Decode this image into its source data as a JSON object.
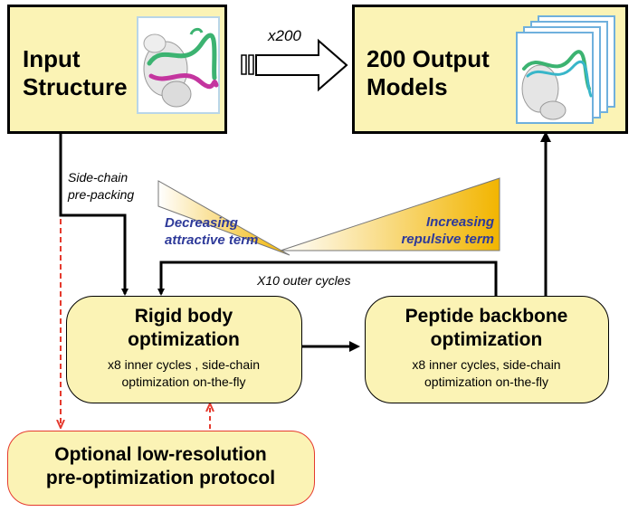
{
  "input": {
    "line1": "Input",
    "line2": "Structure"
  },
  "repeat_label": "x200",
  "output": {
    "line1": "200 Output",
    "line2": "Models"
  },
  "prepacking": {
    "line1": "Side-chain",
    "line2": "pre-packing"
  },
  "weights": {
    "attractive": {
      "line1": "Decreasing",
      "line2": "attractive term"
    },
    "repulsive": {
      "line1": "Increasing",
      "line2": "repulsive term"
    }
  },
  "outer_cycles": "X10 outer cycles",
  "rigid": {
    "line1": "Rigid body",
    "line2": "optimization",
    "sub1": "x8 inner cycles , side-chain",
    "sub2": "optimization on-the-fly"
  },
  "backbone": {
    "line1": "Peptide backbone",
    "line2": "optimization",
    "sub1": "x8 inner cycles, side-chain",
    "sub2": "optimization on-the-fly"
  },
  "lowres": {
    "line1": "Optional low-resolution",
    "line2": "pre-optimization protocol"
  },
  "colors": {
    "box_fill": "#fbf3b5",
    "optional_border": "#e53a2e",
    "term_text": "#2e3a9a",
    "ramp": "#f2b500"
  }
}
